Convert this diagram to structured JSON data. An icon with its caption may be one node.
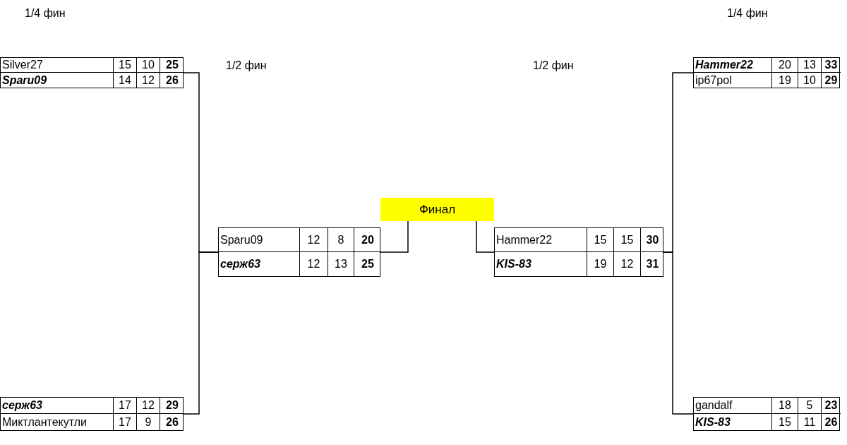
{
  "diagram": {
    "nodes": [
      {
        "text": [
          "Silver27",
          "15",
          "10",
          "25",
          "Sparu09",
          "14",
          "12",
          "26"
        ]
      },
      {
        "text": [
          "Hammer22",
          "20",
          "13",
          "33",
          "ip67pol",
          "19",
          "10",
          "29"
        ]
      },
      {
        "text": [
          "Финал"
        ]
      },
      {
        "text": [
          "Sparu09",
          "12",
          "8",
          "20",
          "серж63",
          "12",
          "13",
          "25"
        ]
      },
      {
        "text": [
          "Hammer22",
          "15",
          "15",
          "30",
          "KIS-83",
          "19",
          "12",
          "31"
        ]
      },
      {
        "text": [
          "серж63",
          "17",
          "12",
          "29",
          "Миктлантекутли",
          "17",
          "9",
          "26"
        ]
      },
      {
        "text": [
          "gandalf",
          "18",
          "5",
          "23",
          "KIS-83",
          "15",
          "11",
          "26"
        ]
      }
    ],
    "edges": [
      {
        "from": 0,
        "to": 3,
        "arrow": "none"
      },
      {
        "from": 5,
        "to": 3,
        "arrow": "none"
      },
      {
        "from": 1,
        "to": 4,
        "arrow": "none"
      },
      {
        "from": 6,
        "to": 4,
        "arrow": "none"
      },
      {
        "from": 3,
        "to": 2,
        "arrow": "none"
      },
      {
        "from": 4,
        "to": 2,
        "arrow": "none"
      }
    ],
    "labels": [
      "1/4 фин",
      "1/4 фин",
      "1/2 фин",
      "1/2 фин"
    ]
  }
}
